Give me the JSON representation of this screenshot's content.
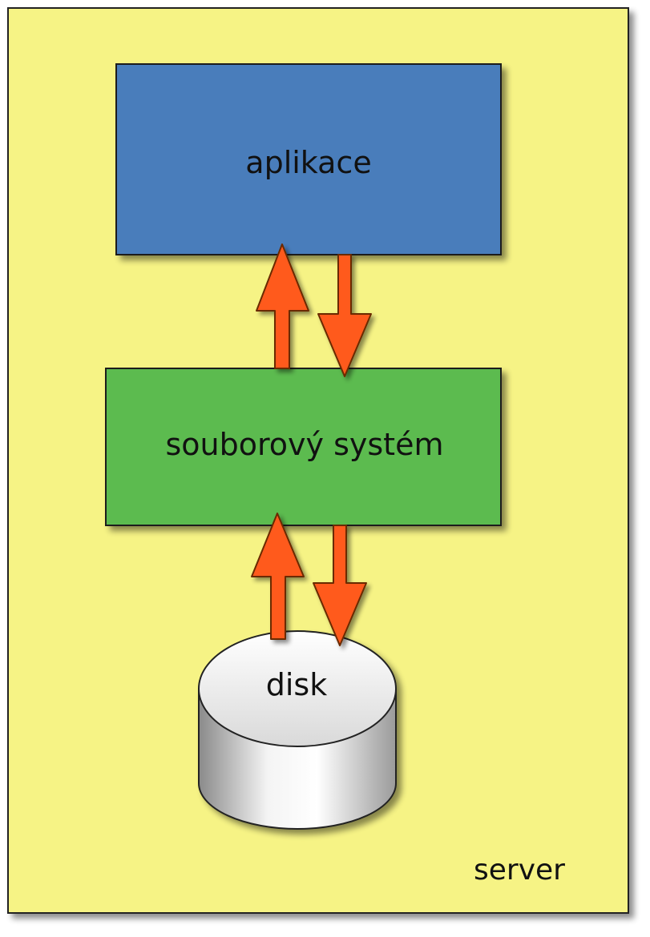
{
  "server": {
    "label": "server",
    "fill": "#f6f385"
  },
  "app": {
    "label": "aplikace",
    "fill": "#4a7dbb"
  },
  "fs": {
    "label": "souborový systém",
    "fill": "#5bbb4f"
  },
  "disk": {
    "label": "disk"
  },
  "arrows": {
    "fill": "#ff5a1e",
    "stroke": "#6b2a00"
  }
}
